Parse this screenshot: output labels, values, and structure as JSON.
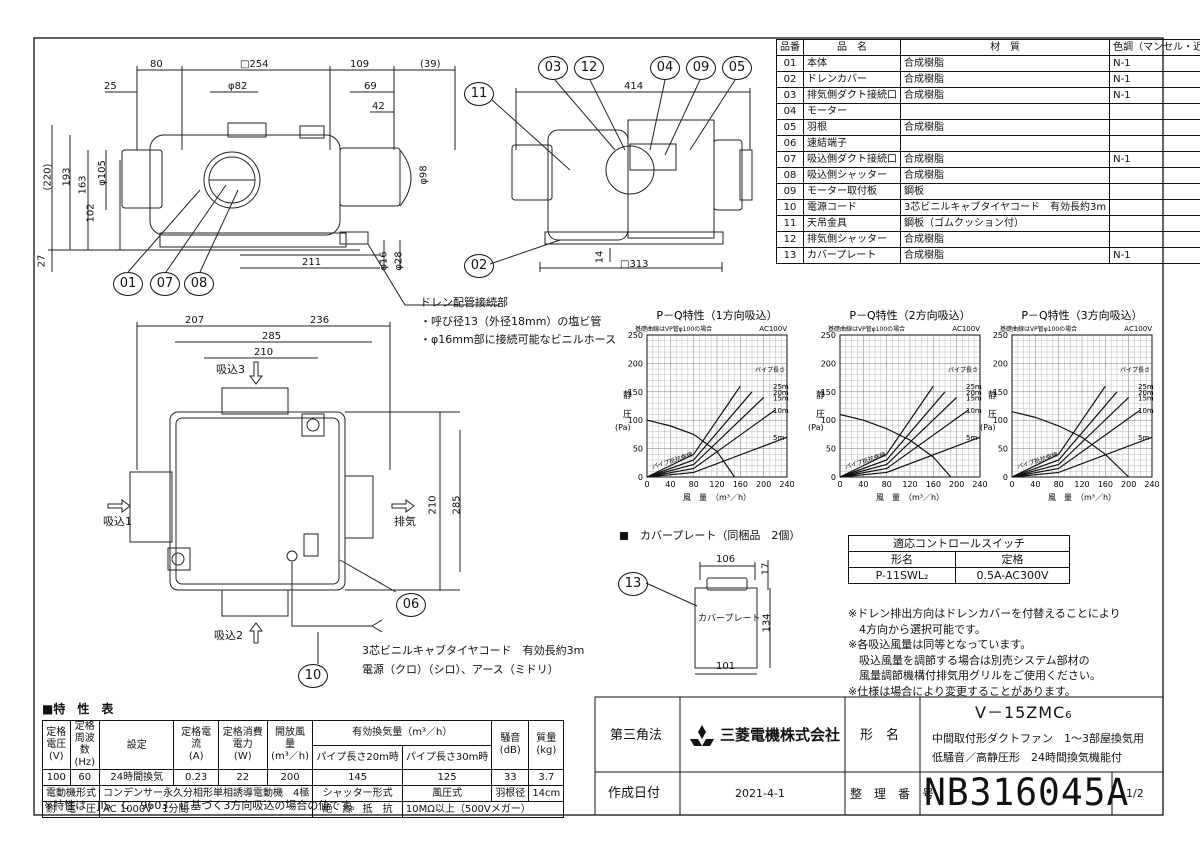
{
  "parts_header": [
    "品番",
    "品　名",
    "材　質",
    "色調（マンセル・近）"
  ],
  "parts": [
    {
      "no": "01",
      "name": "本体",
      "material": "合成樹脂",
      "color": "N-1"
    },
    {
      "no": "02",
      "name": "ドレンカバー",
      "material": "合成樹脂",
      "color": "N-1"
    },
    {
      "no": "03",
      "name": "排気側ダクト接続口",
      "material": "合成樹脂",
      "color": "N-1"
    },
    {
      "no": "04",
      "name": "モーター",
      "material": "",
      "color": ""
    },
    {
      "no": "05",
      "name": "羽根",
      "material": "合成樹脂",
      "color": ""
    },
    {
      "no": "06",
      "name": "速結端子",
      "material": "",
      "color": ""
    },
    {
      "no": "07",
      "name": "吸込側ダクト接続口",
      "material": "合成樹脂",
      "color": "N-1"
    },
    {
      "no": "08",
      "name": "吸込側シャッター",
      "material": "合成樹脂",
      "color": ""
    },
    {
      "no": "09",
      "name": "モーター取付板",
      "material": "鋼板",
      "color": ""
    },
    {
      "no": "10",
      "name": "電源コード",
      "material": "3芯ビニルキャブタイヤコード　有効長約3m",
      "color": ""
    },
    {
      "no": "11",
      "name": "天吊金具",
      "material": "鋼板（ゴムクッション付）",
      "color": ""
    },
    {
      "no": "12",
      "name": "排気側シャッター",
      "material": "合成樹脂",
      "color": ""
    },
    {
      "no": "13",
      "name": "カバープレート",
      "material": "合成樹脂",
      "color": "N-1"
    }
  ],
  "front_view": {
    "dims_top": [
      "80",
      "□254",
      "109",
      "(39)",
      "25",
      "φ82",
      "69",
      "42"
    ],
    "dims_left": [
      "(220)",
      "193",
      "163",
      "φ105",
      "102",
      "27"
    ],
    "dims_right": [
      "φ98",
      "φ16",
      "φ28"
    ],
    "dim_bottom": "211",
    "callouts": [
      "01",
      "07",
      "08"
    ]
  },
  "side_view": {
    "dim_top": "414",
    "dim_bottom": "□313",
    "dim_left": "14",
    "callouts_top": [
      "03",
      "12",
      "04",
      "09",
      "05"
    ],
    "callouts_left": [
      "11",
      "02"
    ]
  },
  "drain_note": {
    "title": "ドレン配管接続部",
    "line1": "・呼び径13（外径18mm）の塩ビ管",
    "line2": "・φ16mm部に接続可能なビニルホース"
  },
  "plan_view": {
    "dims_top": [
      "207",
      "236",
      "285",
      "210"
    ],
    "dims_right": [
      "210",
      "285"
    ],
    "inlet3": "吸込3",
    "inlet1": "吸込1",
    "inlet2": "吸込2",
    "exhaust": "排気",
    "cord_label": "3芯ビニルキャブタイヤコード　有効長約3m",
    "wire_colors": "電源（クロ）（シロ）、アース（ミドリ）",
    "callouts": [
      "06",
      "10"
    ]
  },
  "pq_charts": [
    {
      "title": "P－Q特性（1方向吸込）",
      "zero_x": 150
    },
    {
      "title": "P－Q特性（2方向吸込）",
      "zero_x": 190
    },
    {
      "title": "P－Q特性（3方向吸込）",
      "zero_x": 200
    }
  ],
  "pq_common": {
    "subtitle": "基礎曲線はVP管φ100の場合",
    "voltage": "AC100V",
    "ylabel1": "静",
    "ylabel2": "圧",
    "yunit": "(Pa)",
    "xlabel": "風　量　（m³／h）",
    "pipe_length_title": "パイプ長さ",
    "pipe_lengths": [
      "25m",
      "20m",
      "15m",
      "10m",
      "5m"
    ],
    "curve_label": "パイプ抵抗曲線",
    "yticks": [
      "0",
      "50",
      "100",
      "150",
      "200",
      "250"
    ],
    "xticks": [
      "0",
      "40",
      "80",
      "120",
      "160",
      "200",
      "240"
    ]
  },
  "chart_data": [
    {
      "type": "line",
      "title": "P－Q特性（1方向吸込）",
      "ylabel": "静圧 (Pa)",
      "xlabel": "風量（m³／h）",
      "xlim": [
        0,
        240
      ],
      "ylim": [
        0,
        250
      ],
      "series": [
        {
          "name": "",
          "x": [
            0,
            40,
            80,
            120,
            150
          ],
          "y": [
            100,
            90,
            75,
            45,
            0
          ]
        },
        {
          "name": "25m",
          "x": [
            0,
            80,
            160
          ],
          "y": [
            0,
            40,
            160
          ]
        },
        {
          "name": "20m",
          "x": [
            0,
            80,
            180
          ],
          "y": [
            0,
            30,
            150
          ]
        },
        {
          "name": "15m",
          "x": [
            0,
            80,
            200
          ],
          "y": [
            0,
            22,
            140
          ]
        },
        {
          "name": "10m",
          "x": [
            0,
            80,
            220
          ],
          "y": [
            0,
            15,
            118
          ]
        },
        {
          "name": "5m",
          "x": [
            0,
            80,
            240
          ],
          "y": [
            0,
            8,
            70
          ]
        }
      ]
    },
    {
      "type": "line",
      "title": "P－Q特性（2方向吸込）",
      "ylabel": "静圧 (Pa)",
      "xlabel": "風量（m³／h）",
      "xlim": [
        0,
        240
      ],
      "ylim": [
        0,
        250
      ],
      "series": [
        {
          "name": "",
          "x": [
            0,
            40,
            80,
            120,
            160,
            190
          ],
          "y": [
            110,
            100,
            85,
            65,
            35,
            0
          ]
        },
        {
          "name": "25m",
          "x": [
            0,
            80,
            160
          ],
          "y": [
            0,
            40,
            160
          ]
        },
        {
          "name": "20m",
          "x": [
            0,
            80,
            180
          ],
          "y": [
            0,
            30,
            150
          ]
        },
        {
          "name": "15m",
          "x": [
            0,
            80,
            200
          ],
          "y": [
            0,
            22,
            140
          ]
        },
        {
          "name": "10m",
          "x": [
            0,
            80,
            220
          ],
          "y": [
            0,
            15,
            118
          ]
        },
        {
          "name": "5m",
          "x": [
            0,
            80,
            240
          ],
          "y": [
            0,
            8,
            70
          ]
        }
      ]
    },
    {
      "type": "line",
      "title": "P－Q特性（3方向吸込）",
      "ylabel": "静圧 (Pa)",
      "xlabel": "風量（m³／h）",
      "xlim": [
        0,
        240
      ],
      "ylim": [
        0,
        250
      ],
      "series": [
        {
          "name": "",
          "x": [
            0,
            40,
            80,
            120,
            160,
            200
          ],
          "y": [
            115,
            105,
            90,
            70,
            40,
            0
          ]
        },
        {
          "name": "25m",
          "x": [
            0,
            80,
            160
          ],
          "y": [
            0,
            40,
            160
          ]
        },
        {
          "name": "20m",
          "x": [
            0,
            80,
            180
          ],
          "y": [
            0,
            30,
            150
          ]
        },
        {
          "name": "15m",
          "x": [
            0,
            80,
            200
          ],
          "y": [
            0,
            22,
            140
          ]
        },
        {
          "name": "10m",
          "x": [
            0,
            80,
            220
          ],
          "y": [
            0,
            15,
            118
          ]
        },
        {
          "name": "5m",
          "x": [
            0,
            80,
            240
          ],
          "y": [
            0,
            8,
            70
          ]
        }
      ]
    }
  ],
  "cover_plate": {
    "heading": "カバープレート（同梱品　2個）",
    "label": "カバープレート",
    "dims": [
      "106",
      "17",
      "134",
      "101"
    ],
    "callout": "13"
  },
  "switch_table": {
    "title": "適応コントロールスイッチ",
    "col1": "形名",
    "col2": "定格",
    "model": "P-11SWL₂",
    "rating": "0.5A-AC300V"
  },
  "notes": [
    "※ドレン排出方向はドレンカバーを付替えることにより",
    "　4方向から選択可能です。",
    "※各吸込風量は同等となっています。",
    "　吸込風量を調節する場合は別売システム部材の",
    "　風量調節機構付排気用グリルをご使用ください。",
    "※仕様は場合により変更することがあります。"
  ],
  "specs": {
    "heading": "■特　性　表",
    "h_voltage": "定格電圧\n(V)",
    "h_freq": "定格周波数\n(Hz)",
    "h_setting": "設定",
    "h_current": "定格電流\n(A)",
    "h_power": "定格消費電力\n(W)",
    "h_opening": "開放風量\n(m³／h)",
    "h_effective": "有効換気量（m³／h）",
    "h_pipe20": "パイプ長さ20m時",
    "h_pipe30": "パイプ長さ30m時",
    "h_noise": "騒音\n(dB)",
    "h_mass": "質量\n(kg)",
    "row": [
      "100",
      "60",
      "24時間換気",
      "0.23",
      "22",
      "200",
      "145",
      "125",
      "33",
      "3.7"
    ],
    "motor_label": "電動機形式",
    "motor_value": "コンデンサー永久分相形単相誘導電動機　4極",
    "shutter_label": "シャッター形式",
    "shutter_value": "風圧式",
    "blade_label": "羽根径",
    "blade_value": "14cm",
    "withstand_label": "耐　電　圧",
    "withstand_value": "AC 1000V　1分間",
    "insulation_label": "絶　縁　抵　抗",
    "insulation_value": "10MΩ以上（500Vメガー）",
    "footnote": "※特性は　JIS　C　9603　に基づく3方向吸込の場合の値です。"
  },
  "title_block": {
    "projection": "第三角法",
    "company": "三菱電機株式会社",
    "model_label": "形　名",
    "model": "V－15ZMC",
    "model_sub": "6",
    "desc1": "中間取付形ダクトファン　1～3部屋換気用",
    "desc2": "低騒音／高静圧形　24時間換気機能付",
    "date_label": "作成日付",
    "date": "2021-4-1",
    "num_label": "整　理　番　号",
    "drawing_no": "NB316045A",
    "page": "1/2"
  }
}
